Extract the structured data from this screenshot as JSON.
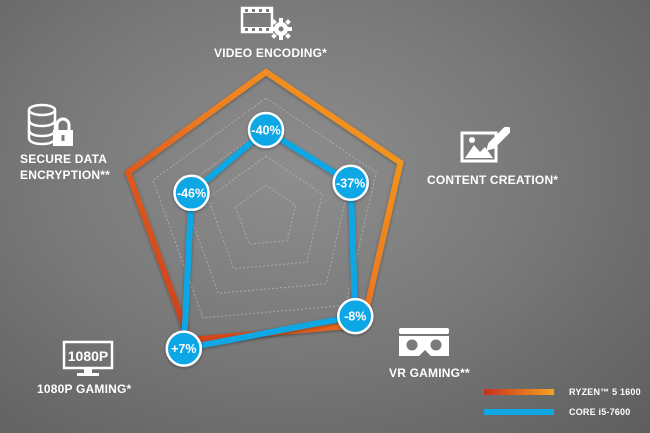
{
  "chart_data": {
    "type": "radar",
    "categories": [
      "VIDEO ENCODING*",
      "CONTENT CREATION*",
      "VR GAMING**",
      "1080P GAMING*",
      "SECURE DATA ENCRYPTION**"
    ],
    "series": [
      {
        "name": "RYZEN™ 5 1600",
        "values": [
          1.0,
          1.0,
          1.0,
          1.0,
          1.0
        ]
      },
      {
        "name": "CORE i5-7600",
        "values": [
          0.6,
          0.63,
          0.92,
          1.07,
          0.54
        ]
      }
    ],
    "data_labels": [
      "-40%",
      "-37%",
      "-8%",
      "+7%",
      "-46%"
    ],
    "colors": {
      "ryzen_start": "#d8461e",
      "ryzen_end": "#f4991e",
      "core": "#11a7e6",
      "grid": "#b4b4b4"
    },
    "icons": [
      "film-gear-icon",
      "picture-pencil-icon",
      "vr-headset-icon",
      "monitor-1080p-icon",
      "database-lock-icon"
    ]
  },
  "labels": {
    "video_encoding": "VIDEO ENCODING*",
    "content_creation": "CONTENT CREATION*",
    "vr_gaming": "VR GAMING**",
    "gaming_1080p": "1080P GAMING*",
    "secure_line1": "SECURE DATA",
    "secure_line2": "ENCRYPTION**",
    "monitor_text": "1080P"
  },
  "legend": {
    "ryzen": "RYZEN™ 5 1600",
    "core": "CORE i5-7600"
  }
}
